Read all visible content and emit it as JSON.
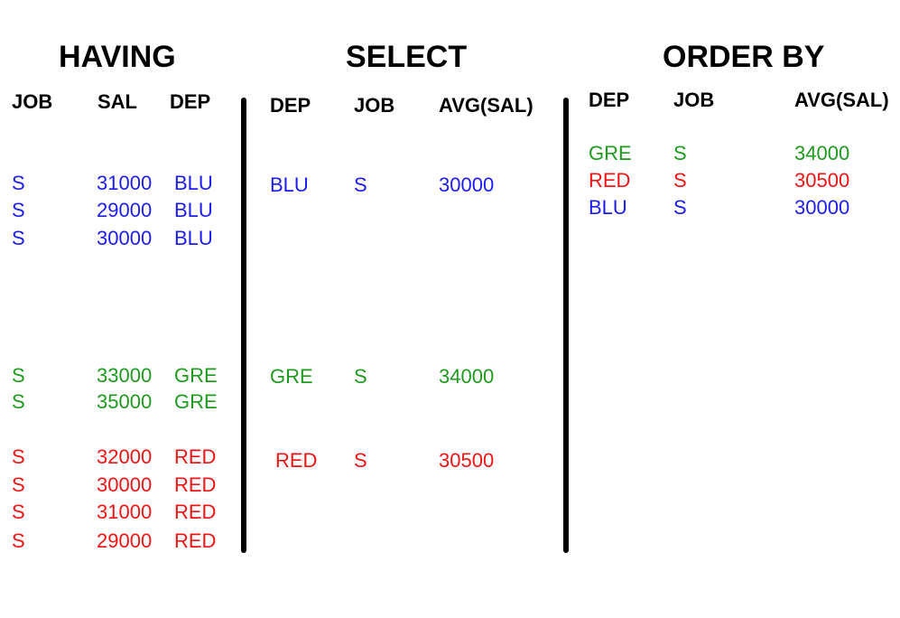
{
  "colors": {
    "blu": "#1c1cf0",
    "gre": "#1e9a1e",
    "red": "#f01414",
    "text": "#000000"
  },
  "having": {
    "title": "HAVING",
    "headers": [
      "JOB",
      "SAL",
      "DEP"
    ],
    "rows": [
      {
        "job": "S",
        "sal": "31000",
        "dep": "BLU",
        "color": "blu"
      },
      {
        "job": "S",
        "sal": "29000",
        "dep": "BLU",
        "color": "blu"
      },
      {
        "job": "S",
        "sal": "30000",
        "dep": "BLU",
        "color": "blu"
      },
      {
        "job": "S",
        "sal": "33000",
        "dep": "GRE",
        "color": "gre"
      },
      {
        "job": "S",
        "sal": "35000",
        "dep": "GRE",
        "color": "gre"
      },
      {
        "job": "S",
        "sal": "32000",
        "dep": "RED",
        "color": "red"
      },
      {
        "job": "S",
        "sal": "30000",
        "dep": "RED",
        "color": "red"
      },
      {
        "job": "S",
        "sal": "31000",
        "dep": "RED",
        "color": "red"
      },
      {
        "job": "S",
        "sal": "29000",
        "dep": "RED",
        "color": "red"
      }
    ]
  },
  "select": {
    "title": "SELECT",
    "headers": [
      "DEP",
      "JOB",
      "AVG(SAL)"
    ],
    "rows": [
      {
        "dep": "BLU",
        "job": "S",
        "avg": "30000",
        "color": "blu"
      },
      {
        "dep": "GRE",
        "job": "S",
        "avg": "34000",
        "color": "gre"
      },
      {
        "dep": "RED",
        "job": "S",
        "avg": "30500",
        "color": "red"
      }
    ]
  },
  "order_by": {
    "title": "ORDER BY",
    "headers": [
      "DEP",
      "JOB",
      "AVG(SAL)"
    ],
    "rows": [
      {
        "dep": "GRE",
        "job": "S",
        "avg": "34000",
        "color": "gre"
      },
      {
        "dep": "RED",
        "job": "S",
        "avg": "30500",
        "color": "red"
      },
      {
        "dep": "BLU",
        "job": "S",
        "avg": "30000",
        "color": "blu"
      }
    ]
  }
}
